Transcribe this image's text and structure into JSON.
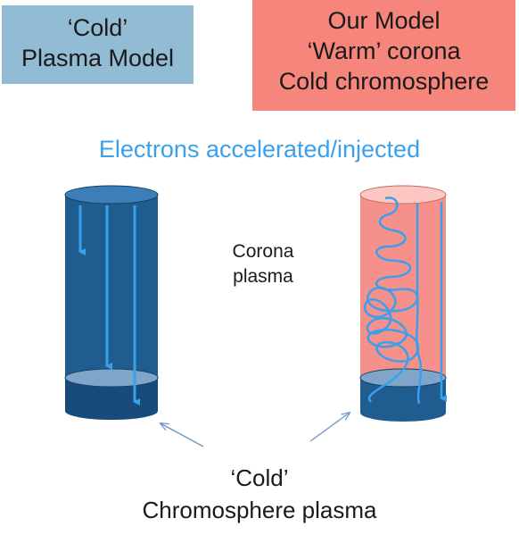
{
  "models": {
    "cold": {
      "lines": [
        "‘Cold’",
        "Plasma Model"
      ]
    },
    "ours": {
      "lines": [
        "Our Model",
        "‘Warm’ corona",
        "Cold chromosphere"
      ]
    }
  },
  "labels": {
    "electrons": "Electrons accelerated/injected",
    "corona": [
      "Corona",
      "plasma"
    ],
    "chromosphere": [
      "‘Cold’",
      "Chromosphere plasma"
    ]
  },
  "colors": {
    "cold_box": "#92bbd4",
    "warm_box": "#f6857c",
    "cold_cylinder": "#1f5c90",
    "warm_cylinder": "#f6908a",
    "electron_arrow": "#3aa0ec",
    "pointer_arrow": "#6f95c2"
  }
}
